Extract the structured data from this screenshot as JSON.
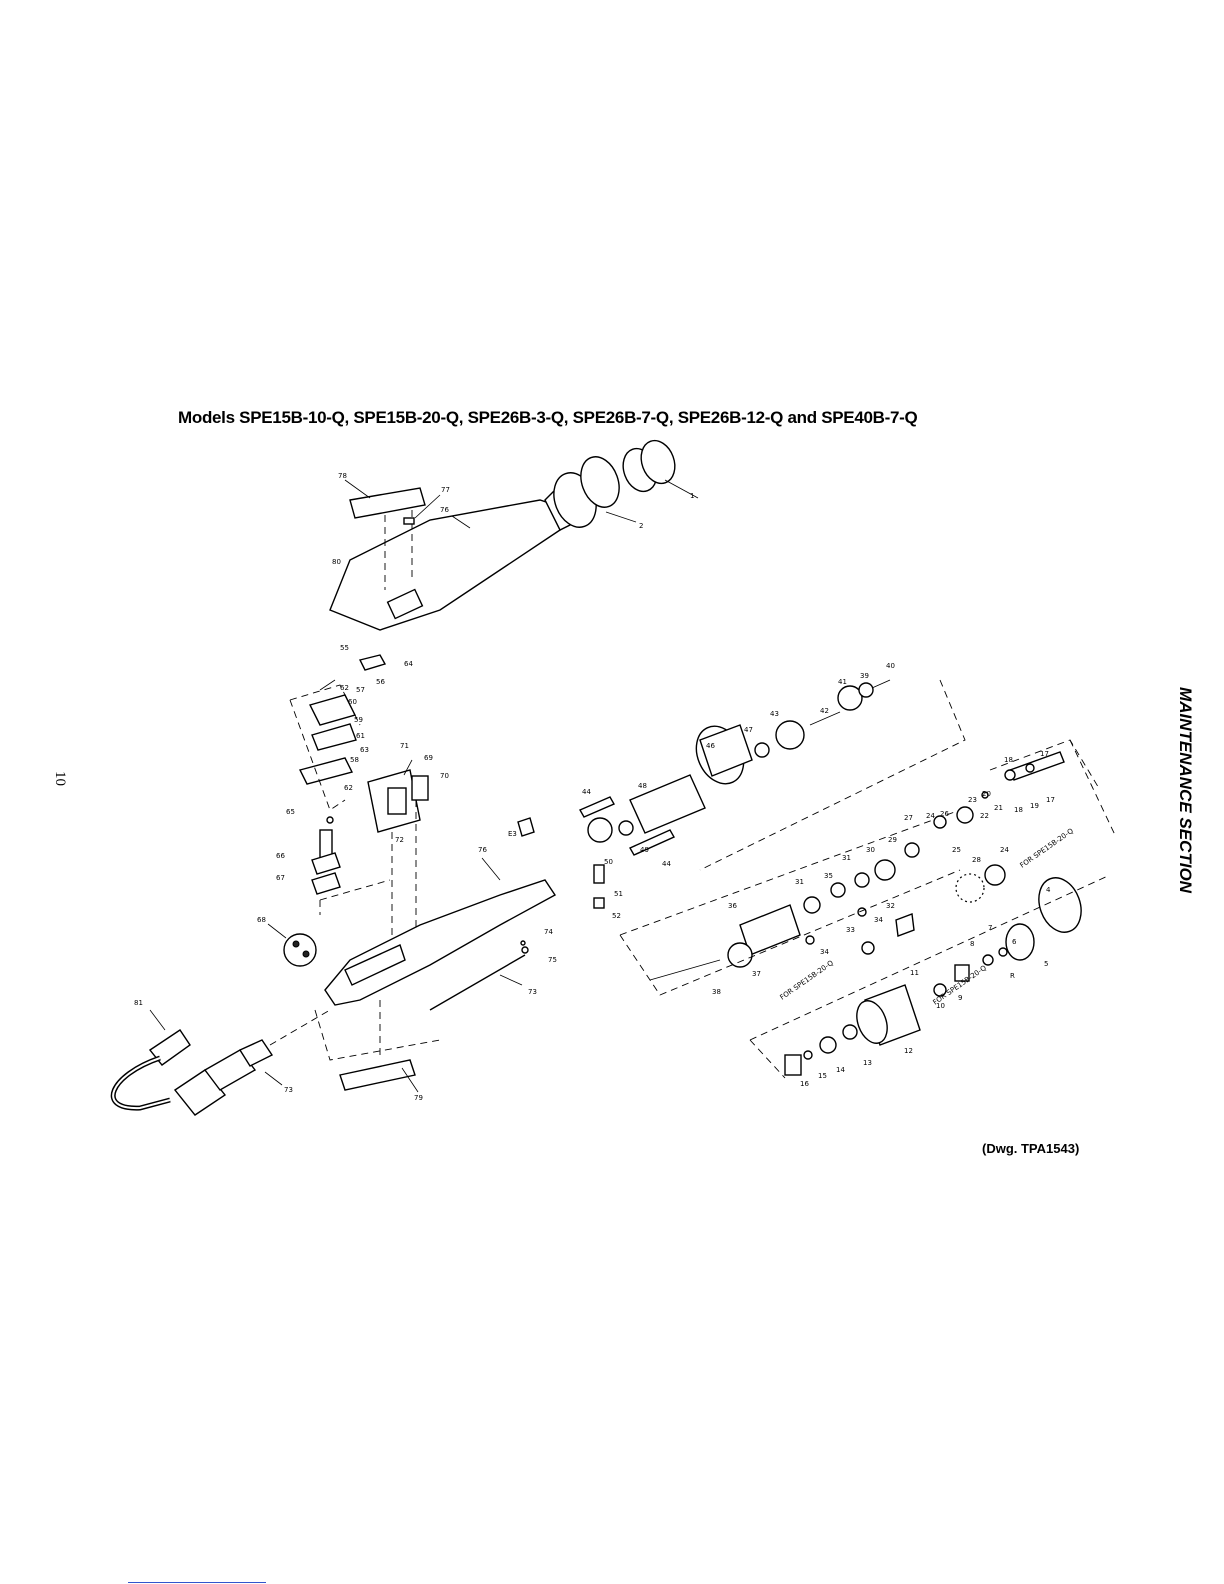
{
  "title": "Models SPE15B-10-Q, SPE15B-20-Q, SPE26B-3-Q, SPE26B-7-Q, SPE26B-12-Q and SPE40B-7-Q",
  "drawing_ref": "(Dwg. TPA1543)",
  "page_number": "10",
  "section_label": "MAINTENANCE SECTION",
  "callouts": {
    "c1": "1",
    "c2": "2",
    "c4": "4",
    "c5": "5",
    "c6": "6",
    "c7": "7",
    "c8": "8",
    "c9": "9",
    "c10": "10",
    "c11": "11",
    "c12": "12",
    "c13": "13",
    "c14": "14",
    "c15": "15",
    "c16": "16",
    "c17a": "17",
    "c17b": "17",
    "c18a": "18",
    "c18b": "18",
    "c19": "19",
    "c20": "20",
    "c21": "21",
    "c22": "22",
    "c23": "23",
    "c24a": "24",
    "c24b": "24",
    "c25": "25",
    "c26": "26",
    "c27": "27",
    "c28": "28",
    "c29": "29",
    "c30": "30",
    "c31a": "31",
    "c31b": "31",
    "c32": "32",
    "c33": "33",
    "c34a": "34",
    "c34b": "34",
    "c35": "35",
    "c36": "36",
    "c37": "37",
    "c38": "38",
    "c39": "39",
    "c40": "40",
    "c41": "41",
    "c42": "42",
    "c43": "43",
    "c44a": "44",
    "c44b": "44",
    "c46": "46",
    "c47": "47",
    "c48": "48",
    "c49": "49",
    "c50": "50",
    "c51": "51",
    "c52": "52",
    "c55": "55",
    "c56": "56",
    "c57": "57",
    "c58": "58",
    "c59": "59",
    "c60": "60",
    "c61": "61",
    "c62a": "62",
    "c62b": "62",
    "c63": "63",
    "c64": "64",
    "c65": "65",
    "c66": "66",
    "c67": "67",
    "c68": "68",
    "c69": "69",
    "c70": "70",
    "c71": "71",
    "c72": "72",
    "c73a": "73",
    "c73b": "73",
    "c74": "74",
    "c75": "75",
    "c76a": "76",
    "c76b": "76",
    "c77": "77",
    "c78": "78",
    "c79": "79",
    "c80": "80",
    "c81": "81",
    "cR": "R",
    "cE3": "E3"
  },
  "notes": {
    "for_spe_1": "FOR SPE15B-20-Q",
    "for_spe_2": "FOR SPE15B-20-Q",
    "for_spe_3": "FOR SPE15B-20-Q"
  }
}
